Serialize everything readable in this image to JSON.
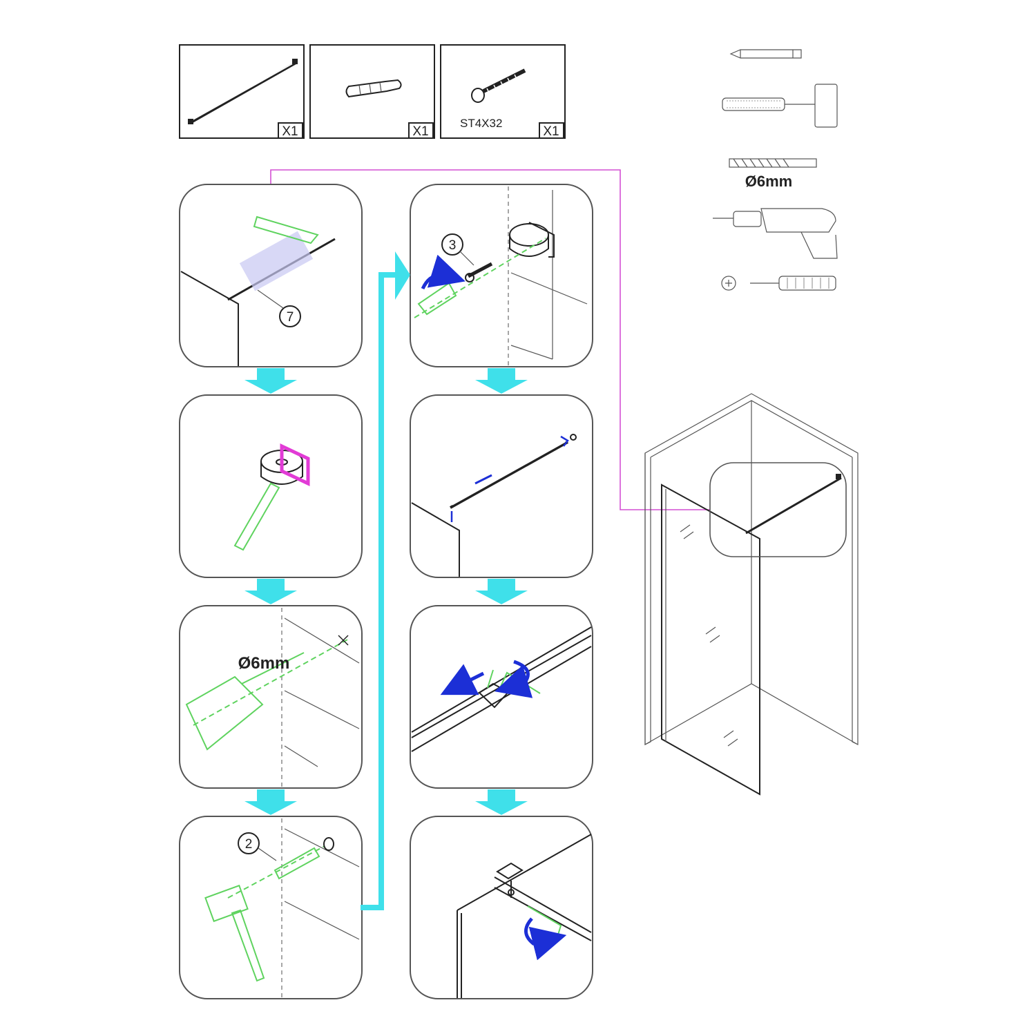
{
  "parts": [
    {
      "qty": "X1",
      "label": ""
    },
    {
      "qty": "X1",
      "label": ""
    },
    {
      "qty": "X1",
      "label": "ST4X32"
    }
  ],
  "tools": {
    "drill_bit_size": "Ø6mm",
    "items": [
      "pencil-icon",
      "hammer-icon",
      "drill-bit-icon",
      "power-drill-icon",
      "screwdriver-icon"
    ]
  },
  "steps": [
    {
      "callout": "7"
    },
    {
      "callout": ""
    },
    {
      "drill_label": "Ø6mm"
    },
    {
      "callout": "2"
    },
    {
      "callout": "3"
    },
    {
      "callout": ""
    },
    {
      "callout": ""
    },
    {
      "callout": ""
    }
  ],
  "colors": {
    "flow_arrow": "#3fe0ea",
    "connector": "#d44fd4",
    "tool_ghost": "#5fd35f",
    "motion_arrow": "#1c2fd6",
    "highlight": "#e23bd6"
  }
}
